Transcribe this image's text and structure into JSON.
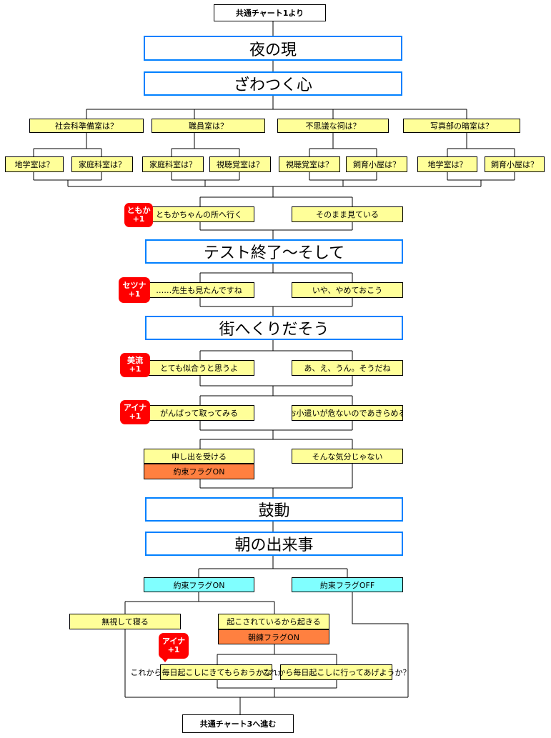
{
  "start_label": "共通チャート1より",
  "end_label": "共通チャート3へ進む",
  "titles": [
    "夜の現",
    "ざわつく心",
    "テスト終了～そして",
    "街へくりだそう",
    "鼓動",
    "朝の出来事"
  ],
  "rooms": {
    "r1": "社会科準備室は？",
    "r2": "職員室は？",
    "r3": "不思議な祠は？",
    "r4": "写真部の暗室は？",
    "s1": "地学室は？",
    "s2": "家庭科室は？",
    "s3": "家庭科室は？",
    "s4": "視聴覚室は？",
    "s5": "視聴覚室は？",
    "s6": "飼育小屋は？",
    "s7": "地学室は？",
    "s8": "飼育小屋は？"
  },
  "choices": {
    "c1a": "ともかちゃんの所へ行く",
    "c1b": "そのまま見ている",
    "c2a": "……先生も見たんですね",
    "c2b": "いや、やめておこう",
    "c3a": "とても似合うと思うよ",
    "c3b": "あ、え、うん。そうだね",
    "c4a": "がんばって取ってみる",
    "c4b": "お小遣いが危ないのであきらめる",
    "c5a": "申し出を受ける",
    "c5b": "そんな気分じゃない",
    "c6a": "無視して寝る",
    "c6b": "起こされているから起きる",
    "c7a": "これから毎日起こしにきてもらおうかな",
    "c7b": "これから毎日起こしに行ってあげようか？"
  },
  "flags": {
    "promise_on": "約束フラグON",
    "promise_on_route": "約束フラグON",
    "promise_off_route": "約束フラグOFF",
    "morning_on": "朝練フラグON"
  },
  "badges": {
    "b1": {
      "name": "ともか",
      "points": "+1"
    },
    "b2": {
      "name": "セツナ",
      "points": "+1"
    },
    "b3": {
      "name": "美流",
      "points": "+1"
    },
    "b4": {
      "name": "アイナ",
      "points": "+1"
    },
    "b5": {
      "name": "アイナ",
      "points": "+1"
    }
  },
  "colors": {
    "title_border": "#0080ff",
    "choice_fill": "#ffff99",
    "flag_fill": "#ff8040",
    "route_fill": "#80ffff",
    "badge_fill": "#ff0000"
  }
}
